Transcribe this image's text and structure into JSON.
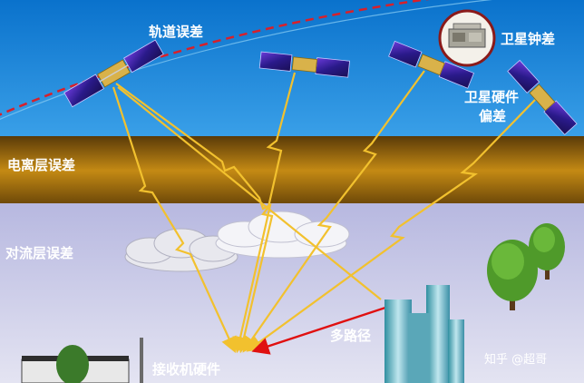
{
  "labels": {
    "orbit_error": "轨道误差",
    "satellite_clock": "卫星钟差",
    "satellite_hardware_line1": "卫星硬件",
    "satellite_hardware_line2": "偏差",
    "ionosphere_error": "电离层误差",
    "troposphere_error": "对流层误差",
    "multipath": "多路径",
    "receiver_hardware": "接收机硬件"
  },
  "watermark": "知乎 @超哥",
  "colors": {
    "signal": "#f2c12e",
    "multipath_arrow": "#e01010",
    "orbit_dash": "#d8202a",
    "ionosphere": "#b57a10",
    "sky_top": "#0a6fc8",
    "label_white": "#ffffff"
  }
}
